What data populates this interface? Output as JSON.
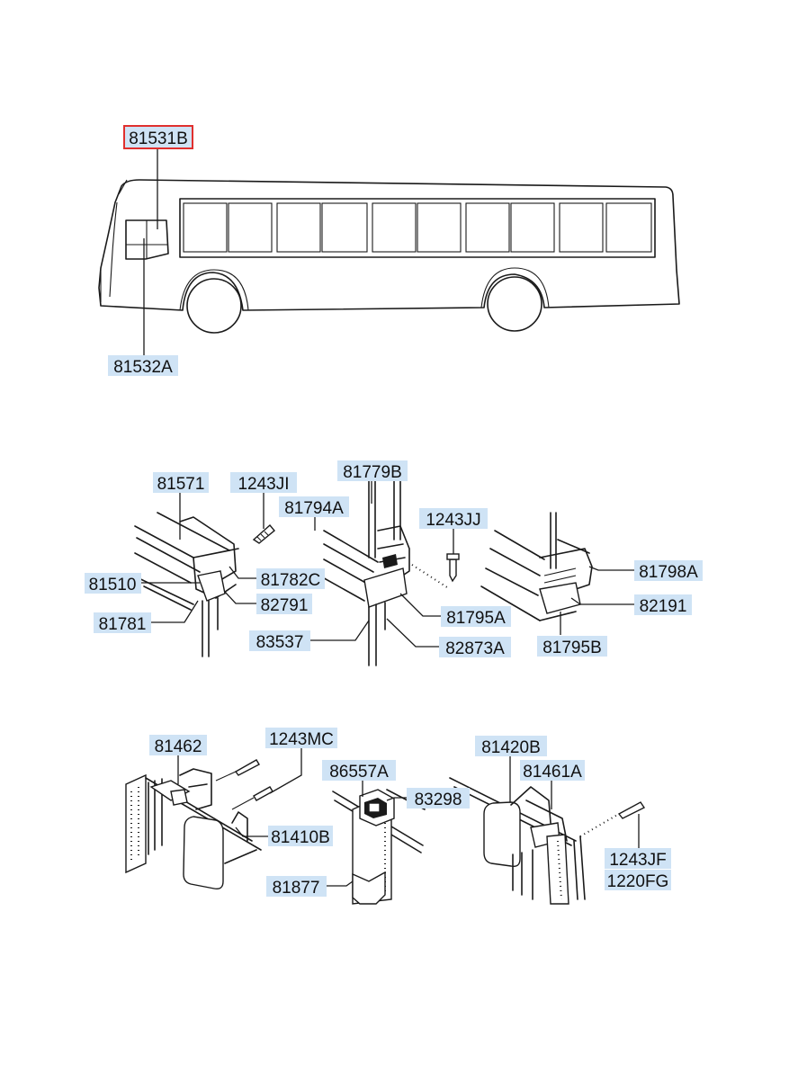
{
  "parts": {
    "p81531B": "81531B",
    "p81532A": "81532A",
    "p81571": "81571",
    "p1243JI": "1243JI",
    "p81510": "81510",
    "p81782C": "81782C",
    "p82791": "82791",
    "p81781": "81781",
    "p81779B": "81779B",
    "p81794A": "81794A",
    "p1243JJ": "1243JJ",
    "p81795A": "81795A",
    "p83537": "83537",
    "p82873A": "82873A",
    "p81798A": "81798A",
    "p82191": "82191",
    "p81795B": "81795B",
    "p81462": "81462",
    "p1243MC": "1243MC",
    "p81410B": "81410B",
    "p86557A": "86557A",
    "p83298": "83298",
    "p81877": "81877",
    "p81420B": "81420B",
    "p81461A": "81461A",
    "p1243JF": "1243JF",
    "p1220FG": "1220FG"
  },
  "highlight": {
    "part": "81531B",
    "color": "#e0302e"
  },
  "colors": {
    "label_bg": "#cfe3f5",
    "line": "#1a1a1a"
  }
}
